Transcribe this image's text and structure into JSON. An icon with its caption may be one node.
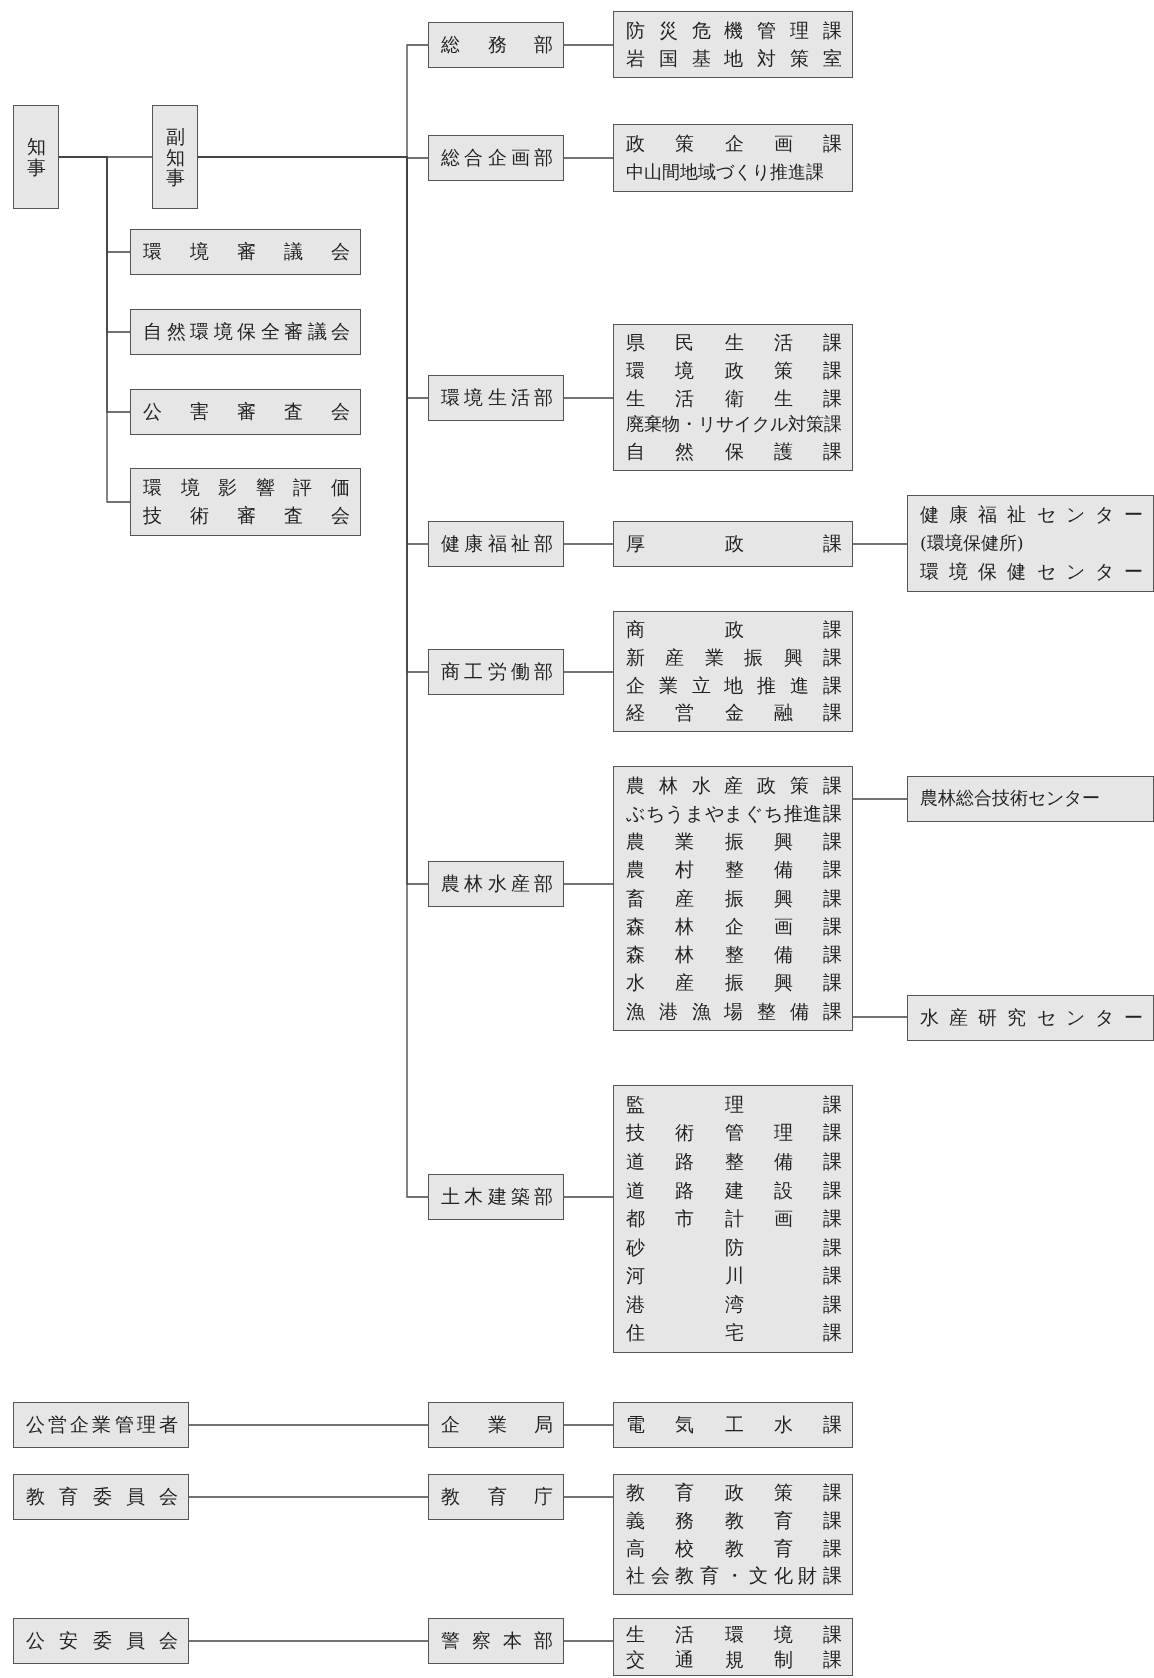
{
  "diagram": {
    "nodes": [
      {
        "text": [
          "知事"
        ]
      },
      {
        "text": [
          "副知事"
        ]
      },
      {
        "text": [
          "環境審議会"
        ]
      },
      {
        "text": [
          "自然環境保全審議会"
        ]
      },
      {
        "text": [
          "公害審査会"
        ]
      },
      {
        "text": [
          "環境影響評価",
          "技術審査会"
        ]
      },
      {
        "text": [
          "総務部"
        ]
      },
      {
        "text": [
          "防災危機管理課",
          "岩国基地対策室"
        ]
      },
      {
        "text": [
          "総合企画部"
        ]
      },
      {
        "text": [
          "政策企画課",
          "中山間地域づくり推進課"
        ]
      },
      {
        "text": [
          "環境生活部"
        ]
      },
      {
        "text": [
          "県民生活課",
          "環境政策課",
          "生活衛生課",
          "廃棄物・リサイクル対策課",
          "自然保護課"
        ]
      },
      {
        "text": [
          "健康福祉部"
        ]
      },
      {
        "text": [
          "厚政課"
        ]
      },
      {
        "text": [
          "健康福祉センター",
          "(環境保健所)",
          "環境保健センター"
        ]
      },
      {
        "text": [
          "商工労働部"
        ]
      },
      {
        "text": [
          "商政課",
          "新産業振興課",
          "企業立地推進課",
          "経営金融課"
        ]
      },
      {
        "text": [
          "農林水産部"
        ]
      },
      {
        "text": [
          "農林水産政策課",
          "ぶちうまやまぐち推進課",
          "農業振興課",
          "農村整備課",
          "畜産振興課",
          "森林企画課",
          "森林整備課",
          "水産振興課",
          "漁港漁場整備課"
        ]
      },
      {
        "text": [
          "農林総合技術センター"
        ]
      },
      {
        "text": [
          "水産研究センター"
        ]
      },
      {
        "text": [
          "土木建築部"
        ]
      },
      {
        "text": [
          "監理課",
          "技術管理課",
          "道路整備課",
          "道路建設課",
          "都市計画課",
          "砂防課",
          "河川課",
          "港湾課",
          "住宅課"
        ]
      },
      {
        "text": [
          "公営企業管理者"
        ]
      },
      {
        "text": [
          "企業局"
        ]
      },
      {
        "text": [
          "電気工水課"
        ]
      },
      {
        "text": [
          "教育委員会"
        ]
      },
      {
        "text": [
          "教育庁"
        ]
      },
      {
        "text": [
          "教育政策課",
          "義務教育課",
          "高校教育課",
          "社会教育・文化財課"
        ]
      },
      {
        "text": [
          "公安委員会"
        ]
      },
      {
        "text": [
          "警察本部"
        ]
      },
      {
        "text": [
          "生活環境課",
          "交通規制課"
        ]
      }
    ],
    "edges": [
      {
        "from": 0,
        "to": 1,
        "arrow": "none"
      },
      {
        "from": 0,
        "to": 2,
        "arrow": "none"
      },
      {
        "from": 0,
        "to": 3,
        "arrow": "none"
      },
      {
        "from": 0,
        "to": 4,
        "arrow": "none"
      },
      {
        "from": 0,
        "to": 5,
        "arrow": "none"
      },
      {
        "from": 1,
        "to": 6,
        "arrow": "none"
      },
      {
        "from": 1,
        "to": 8,
        "arrow": "none"
      },
      {
        "from": 1,
        "to": 10,
        "arrow": "none"
      },
      {
        "from": 1,
        "to": 12,
        "arrow": "none"
      },
      {
        "from": 1,
        "to": 15,
        "arrow": "none"
      },
      {
        "from": 1,
        "to": 17,
        "arrow": "none"
      },
      {
        "from": 1,
        "to": 21,
        "arrow": "none"
      },
      {
        "from": 6,
        "to": 7,
        "arrow": "none"
      },
      {
        "from": 8,
        "to": 9,
        "arrow": "none"
      },
      {
        "from": 10,
        "to": 11,
        "arrow": "none"
      },
      {
        "from": 12,
        "to": 13,
        "arrow": "none"
      },
      {
        "from": 13,
        "to": 14,
        "arrow": "none"
      },
      {
        "from": 15,
        "to": 16,
        "arrow": "none"
      },
      {
        "from": 17,
        "to": 18,
        "arrow": "none"
      },
      {
        "from": 18,
        "to": 19,
        "arrow": "none"
      },
      {
        "from": 18,
        "to": 20,
        "arrow": "none"
      },
      {
        "from": 21,
        "to": 22,
        "arrow": "none"
      },
      {
        "from": 23,
        "to": 24,
        "arrow": "none"
      },
      {
        "from": 24,
        "to": 25,
        "arrow": "none"
      },
      {
        "from": 26,
        "to": 27,
        "arrow": "none"
      },
      {
        "from": 27,
        "to": 28,
        "arrow": "none"
      },
      {
        "from": 29,
        "to": 30,
        "arrow": "none"
      },
      {
        "from": 30,
        "to": 31,
        "arrow": "none"
      }
    ]
  }
}
